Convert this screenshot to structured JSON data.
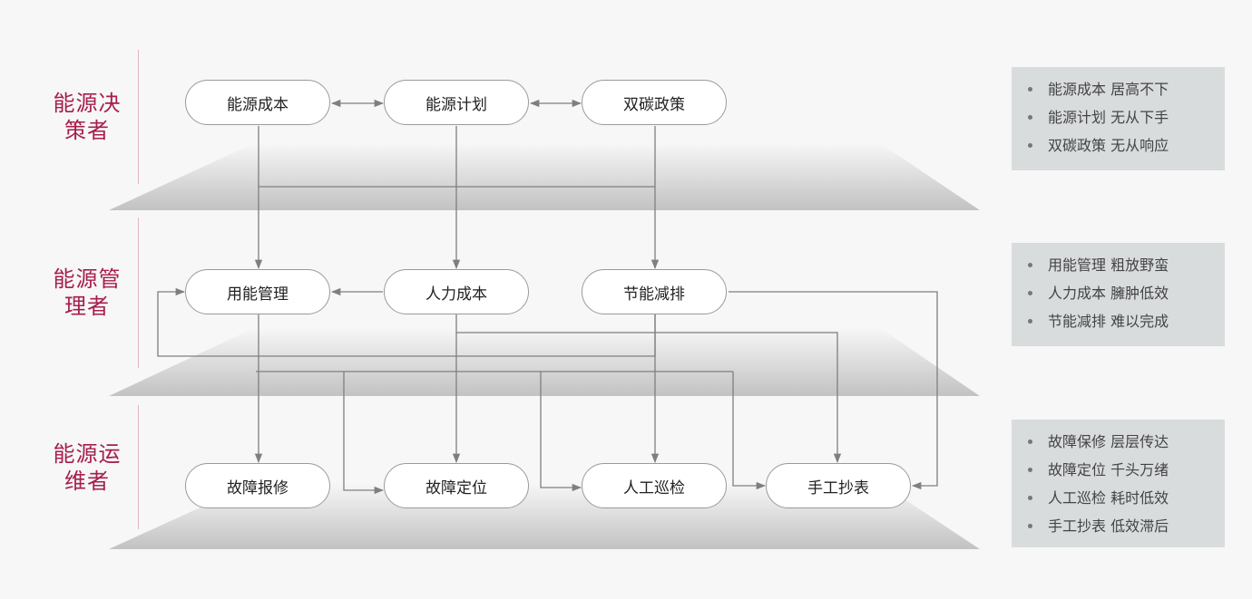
{
  "tiers": [
    {
      "label": "能源决策者",
      "nodes": [
        "能源成本",
        "能源计划",
        "双碳政策"
      ],
      "pain_points": [
        "能源成本 居高不下",
        "能源计划 无从下手",
        "双碳政策 无从响应"
      ]
    },
    {
      "label": "能源管理者",
      "nodes": [
        "用能管理",
        "人力成本",
        "节能减排"
      ],
      "pain_points": [
        "用能管理 粗放野蛮",
        "人力成本 臃肿低效",
        "节能减排 难以完成"
      ]
    },
    {
      "label": "能源运维者",
      "nodes": [
        "故障报修",
        "故障定位",
        "人工巡检",
        "手工抄表"
      ],
      "pain_points": [
        "故障保修 层层传达",
        "故障定位 千头万绪",
        "人工巡检 耗时低效",
        "手工抄表 低效滞后"
      ]
    }
  ],
  "colors": {
    "tier_label": "#a61e4d",
    "tier_divider": "#e2b6c4",
    "connector": "#7f7f7f",
    "info_box_bg": "#d9dcdd",
    "platform_light": "#f7f7f7",
    "platform_dark": "#c4c4c4"
  }
}
